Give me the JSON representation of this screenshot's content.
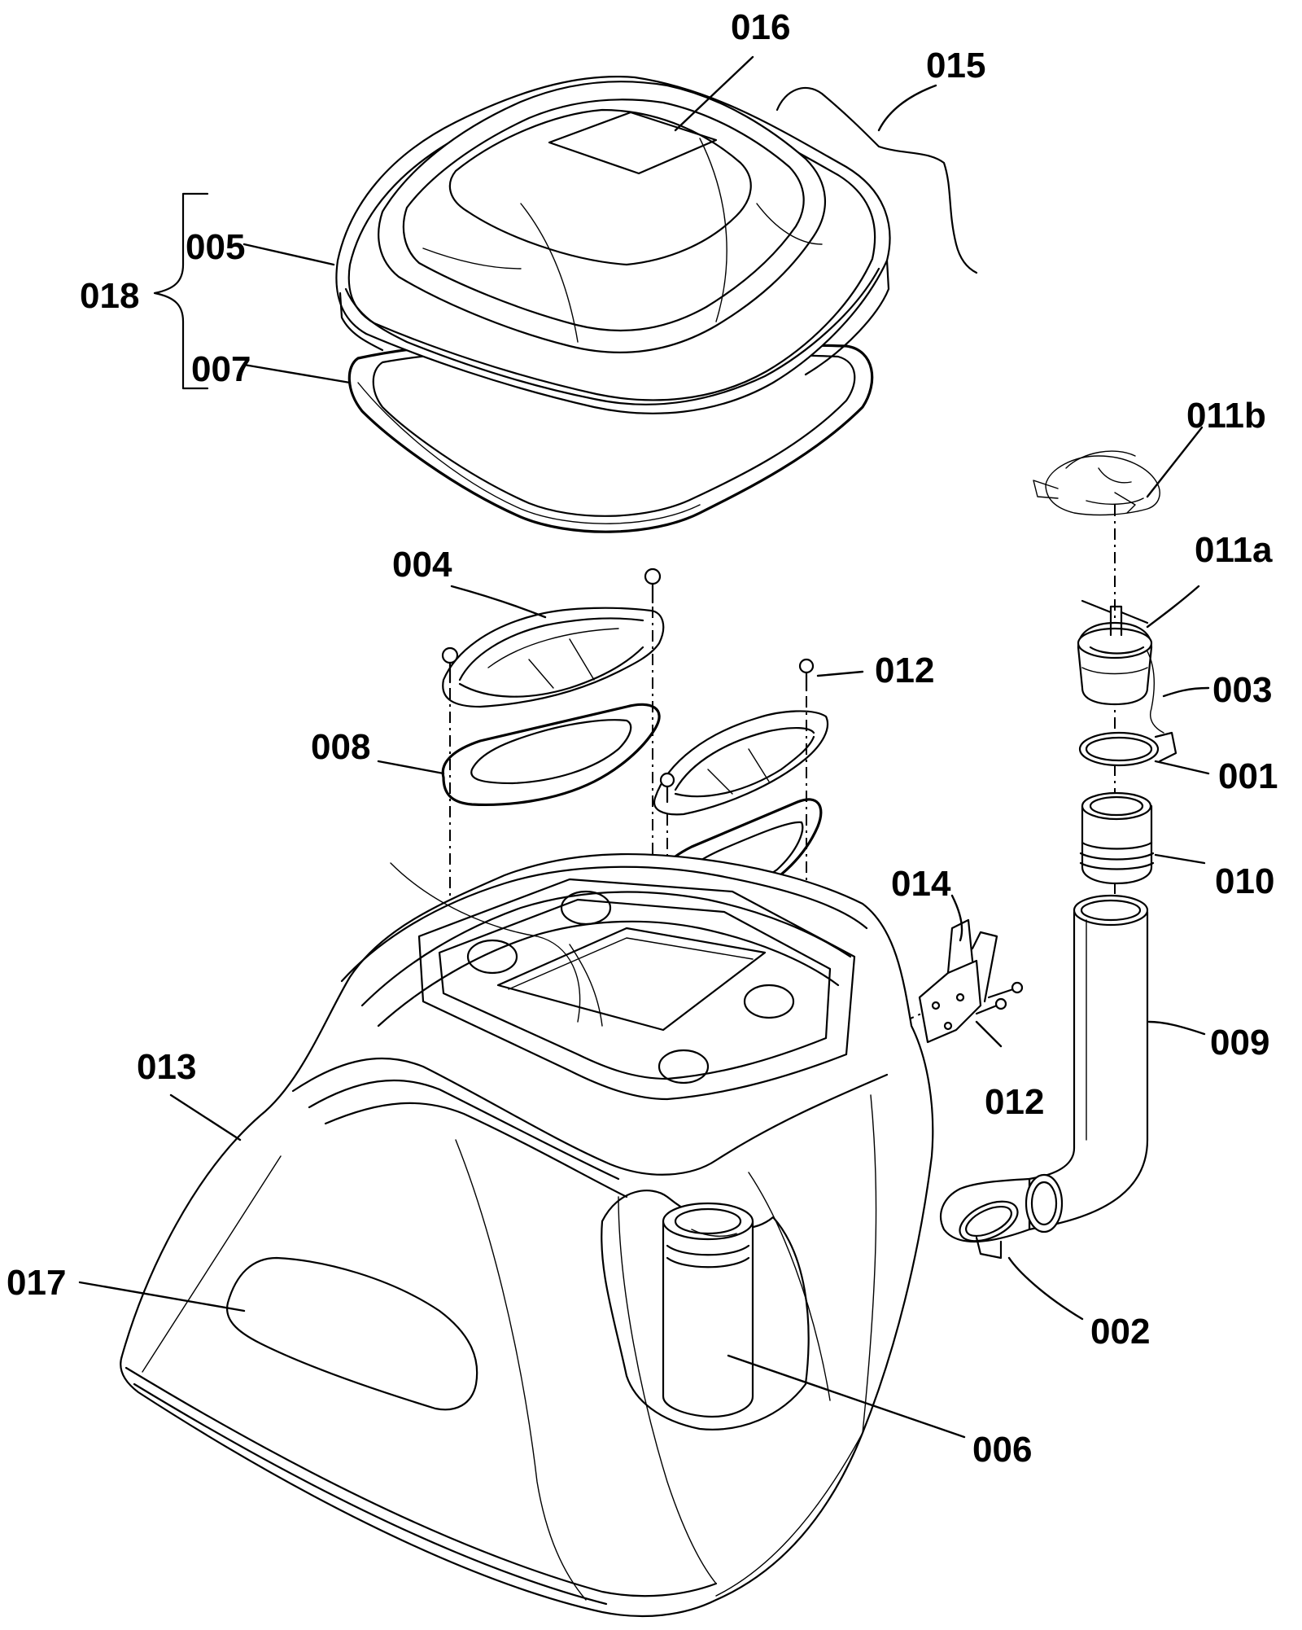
{
  "labels": {
    "l016": "016",
    "l015": "015",
    "l005": "005",
    "l018": "018",
    "l007": "007",
    "l011b": "011b",
    "l011a": "011a",
    "l004": "004",
    "l012_top": "012",
    "l003": "003",
    "l008": "008",
    "l001": "001",
    "l010": "010",
    "l014": "014",
    "l009": "009",
    "l013": "013",
    "l012_side": "012",
    "l017": "017",
    "l002": "002",
    "l006": "006"
  }
}
